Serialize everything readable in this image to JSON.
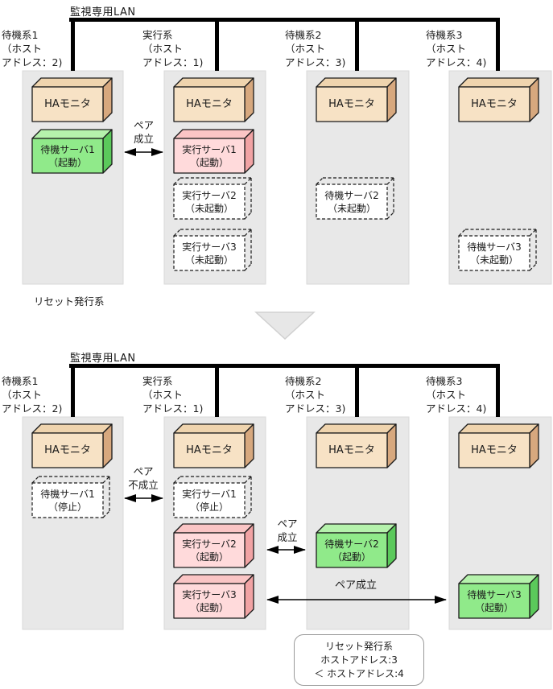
{
  "colors": {
    "panel_bg": "#e8e8e8",
    "lan_line": "#000000",
    "ha_box_front": "#f7e2c5",
    "ha_box_top": "#efd4ae",
    "ha_box_side": "#d7a87e",
    "active_green_front": "#90ea8a",
    "active_green_top": "#b5f2ac",
    "active_green_side": "#5bc95b",
    "exec_pink_front": "#ffdadb",
    "exec_pink_top": "#fac5c5",
    "exec_pink_side": "#f1a3a4",
    "inactive_box_bg": "#ffffff",
    "transition_triangle": "#e7e7e7"
  },
  "ha_monitor_label": "HAモニタ",
  "top_diagram": {
    "lan_label": "監視専用LAN",
    "hosts": [
      {
        "line1": "待機系1",
        "line2": "（ホスト",
        "line3": "アドレス：2)"
      },
      {
        "line1": "実行系",
        "line2": "（ホスト",
        "line3": "アドレス：1)"
      },
      {
        "line1": "待機系2",
        "line2": "（ホスト",
        "line3": "アドレス：3)"
      },
      {
        "line1": "待機系3",
        "line2": "（ホスト",
        "line3": "アドレス：4)"
      }
    ],
    "servers": {
      "standby1": {
        "name": "待機サーバ1",
        "state": "（起動）"
      },
      "exec1": {
        "name": "実行サーバ1",
        "state": "（起動）"
      },
      "exec2": {
        "name": "実行サーバ2",
        "state": "（未起動）"
      },
      "exec3": {
        "name": "実行サーバ3",
        "state": "（未起動）"
      },
      "standby2": {
        "name": "待機サーバ2",
        "state": "（未起動）"
      },
      "standby3": {
        "name": "待機サーバ3",
        "state": "（未起動）"
      }
    },
    "pair": {
      "line1": "ペア",
      "line2": "成立"
    },
    "reset_label": "リセット発行系"
  },
  "bottom_diagram": {
    "lan_label": "監視専用LAN",
    "hosts": [
      {
        "line1": "待機系1",
        "line2": "（ホスト",
        "line3": "アドレス：2)"
      },
      {
        "line1": "実行系",
        "line2": "（ホスト",
        "line3": "アドレス：1)"
      },
      {
        "line1": "待機系2",
        "line2": "（ホスト",
        "line3": "アドレス：3)"
      },
      {
        "line1": "待機系3",
        "line2": "（ホスト",
        "line3": "アドレス：4)"
      }
    ],
    "servers": {
      "standby1": {
        "name": "待機サーバ1",
        "state": "（停止）"
      },
      "exec1": {
        "name": "実行サーバ1",
        "state": "（停止）"
      },
      "exec2": {
        "name": "実行サーバ2",
        "state": "（起動）"
      },
      "exec3": {
        "name": "実行サーバ3",
        "state": "（起動）"
      },
      "standby2": {
        "name": "待機サーバ2",
        "state": "（起動）"
      },
      "standby3": {
        "name": "待機サーバ3",
        "state": "（起動）"
      }
    },
    "pair1": {
      "line1": "ペア",
      "line2": "不成立"
    },
    "pair2": {
      "line1": "ペア",
      "line2": "成立"
    },
    "pair3": "ペア成立",
    "note": {
      "line1": "リセット発行系",
      "line2": "ホストアドレス:3",
      "line3": "＜ ホストアドレス:4"
    }
  }
}
